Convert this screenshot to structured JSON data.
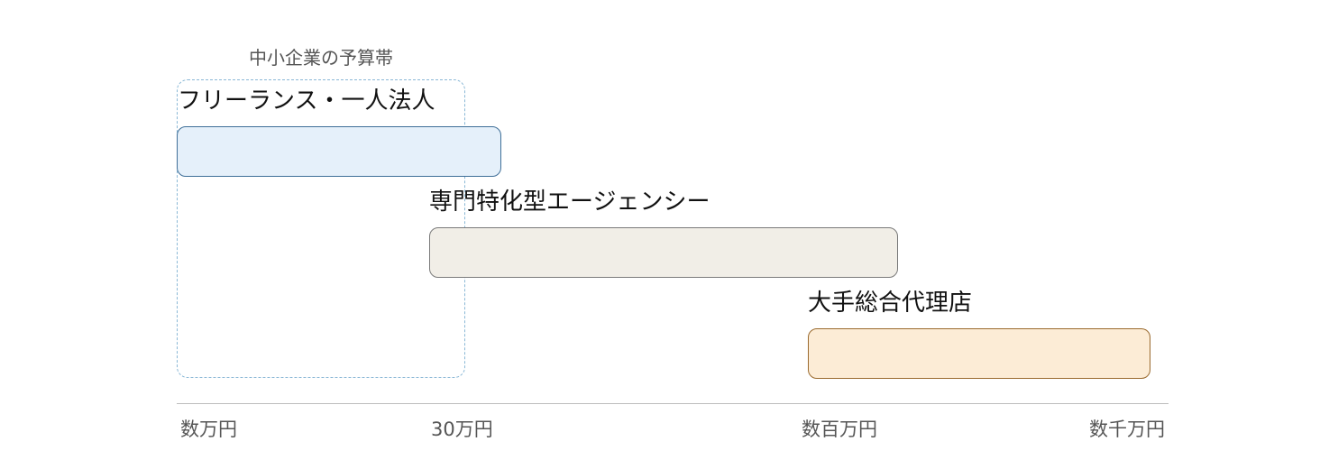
{
  "sme_budget_label": "中小企業の予算帯",
  "tiers": [
    {
      "label": "フリーランス・一人法人",
      "fill": "#e5f0fa",
      "stroke": "#3f6f98"
    },
    {
      "label": "専門特化型エージェンシー",
      "fill": "#f1eee7",
      "stroke": "#7a7a7a"
    },
    {
      "label": "大手総合代理店",
      "fill": "#fcecd6",
      "stroke": "#9a6a2e"
    }
  ],
  "axis_ticks": [
    "数万円",
    "30万円",
    "数百万円",
    "数千万円"
  ],
  "colors": {
    "sme_border": "#8ab8d6",
    "axis": "#bdbdbd",
    "tick_text": "#555555"
  }
}
